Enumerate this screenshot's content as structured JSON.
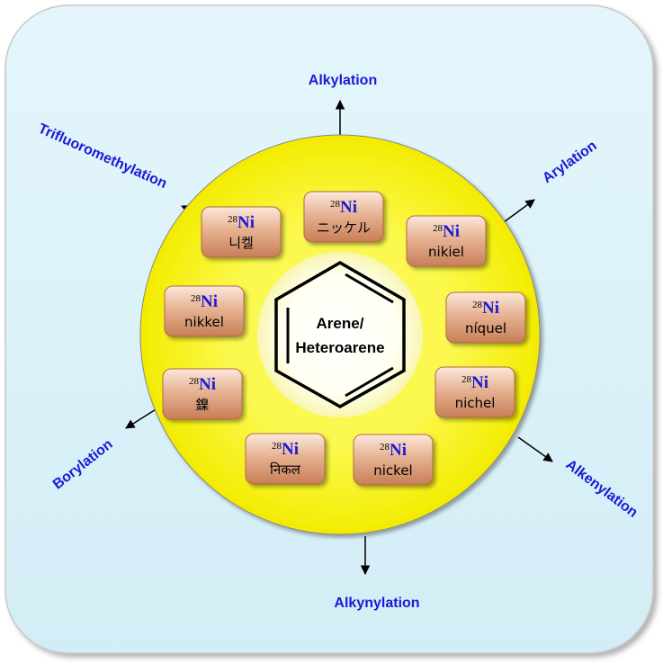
{
  "reactions": {
    "top": "Alkylation",
    "upper_right": "Arylation",
    "right": "Alkenylation",
    "bottom": "Alkynylation",
    "left": "Borylation",
    "upper_left": "Trifluoromethylation"
  },
  "center": {
    "line1": "Arene/",
    "line2": "Heteroarene"
  },
  "nickel_tiles": [
    {
      "mass": "28",
      "symbol": "Ni",
      "name": "ニッケル"
    },
    {
      "mass": "28",
      "symbol": "Ni",
      "name": "nikiel"
    },
    {
      "mass": "28",
      "symbol": "Ni",
      "name": "níquel"
    },
    {
      "mass": "28",
      "symbol": "Ni",
      "name": "nichel"
    },
    {
      "mass": "28",
      "symbol": "Ni",
      "name": "nickel"
    },
    {
      "mass": "28",
      "symbol": "Ni",
      "name": "निकल"
    },
    {
      "mass": "28",
      "symbol": "Ni",
      "name": "鎳"
    },
    {
      "mass": "28",
      "symbol": "Ni",
      "name": "nikkel"
    },
    {
      "mass": "28",
      "symbol": "Ni",
      "name": "니켈"
    }
  ],
  "colors": {
    "panel": "#dff3f9",
    "ring": "#f9f414",
    "tile": "#e0a888",
    "reaction_text": "#1a1ad8"
  }
}
